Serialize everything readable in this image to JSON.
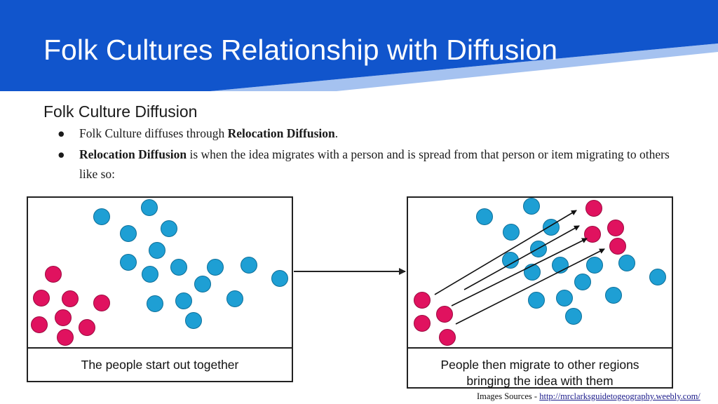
{
  "slide": {
    "title": "Folk Cultures Relationship with Diffusion",
    "subtitle": "Folk Culture Diffusion",
    "bullets": [
      {
        "dot": "●",
        "before": "Folk Culture diffuses through ",
        "bold": "Relocation Diffusion",
        "after": "."
      },
      {
        "dot": "●",
        "before": "",
        "bold": "Relocation Diffusion",
        "after": " is when the idea migrates with a person and is spread from that person or item migrating to others like so:"
      }
    ]
  },
  "diagram": {
    "left_caption": "The people start out together",
    "right_caption_line1": "People then migrate to other regions",
    "right_caption_line2": "bringing the idea with them",
    "colors": {
      "idea_people": "#e0125f",
      "other_people": "#1e9fd4",
      "border": "#222222"
    }
  },
  "footer": {
    "prefix": "Images Sources - ",
    "link": "http://mrclarksguidetogeography.weebly.com/"
  },
  "theme": {
    "header_blue": "#1155cc",
    "header_light": "#3f7fe0"
  }
}
